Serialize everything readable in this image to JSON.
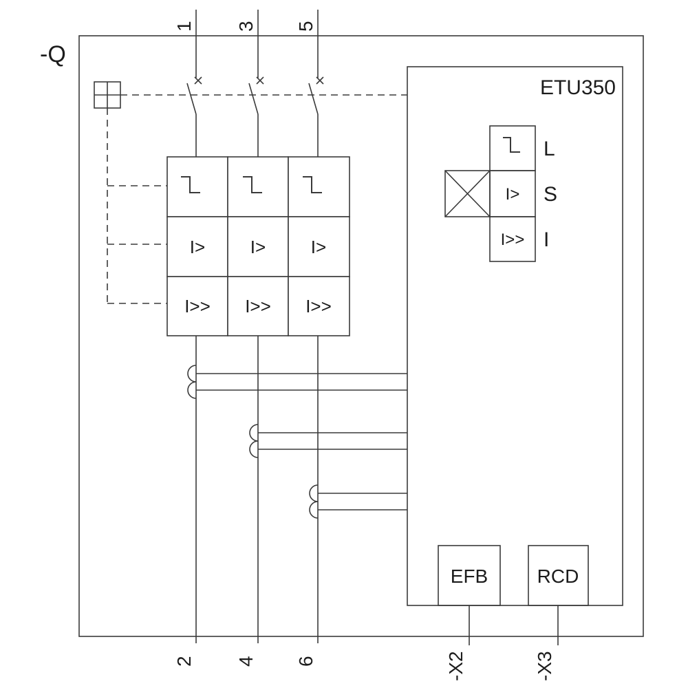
{
  "diagram": {
    "device_label": "-Q",
    "trip_unit_label": "ETU350",
    "top_terminals": [
      "1",
      "3",
      "5"
    ],
    "bottom_terminals": [
      "2",
      "4",
      "6"
    ],
    "aux_terminals": [
      "-X2",
      "-X3"
    ],
    "pole_grid": {
      "overload_symbol": "I>",
      "instantaneous_symbol": "I>>"
    },
    "etu_functions": [
      {
        "symbol": "long-time-curve",
        "label": "L"
      },
      {
        "symbol": "I>",
        "label": "S"
      },
      {
        "symbol": "I>>",
        "label": "I"
      }
    ],
    "modules": {
      "efb": "EFB",
      "rcd": "RCD"
    },
    "colors": {
      "line": "#3a3a3a",
      "text": "#1c1c1c",
      "background": "#ffffff"
    }
  }
}
